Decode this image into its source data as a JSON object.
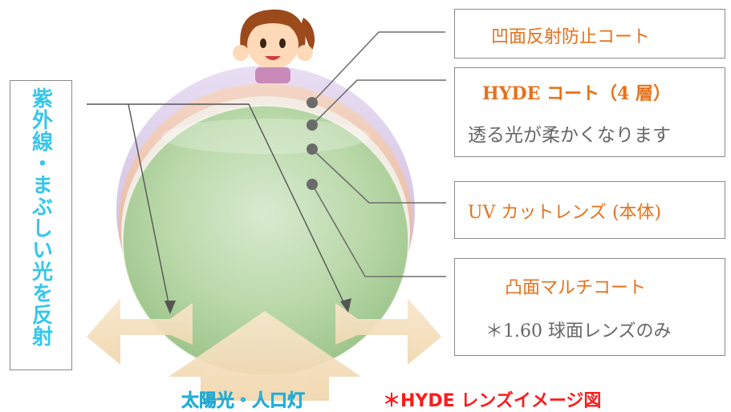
{
  "left_label": "紫外線・まぶしい光を反射",
  "callouts": {
    "concave_coat": "凹面反射防止コート",
    "hyde_coat_title": "HYDE コート（4 層）",
    "hyde_coat_desc": "透る光が柔かくなります",
    "uv_lens": "UV カットレンズ (本体)",
    "convex_coat": "凸面マルチコート",
    "convex_note": "＊1.60 球面レンズのみ"
  },
  "bottom": {
    "light_source": "太陽光・人口灯",
    "caption": "＊HYDE レンズイメージ図"
  },
  "colors": {
    "orange": "#e8701a",
    "gray_text": "#666666",
    "cyan": "#36c6ee",
    "red": "#ff1a1a",
    "lens_green": "#b9d8a8",
    "lens_purple": "#c6b3d8",
    "lens_salmon": "#e8b59c",
    "arrow_fill": "#f6e2c2"
  },
  "icons": {
    "character": "girl-mascot-icon",
    "dot": "callout-dot-icon"
  }
}
